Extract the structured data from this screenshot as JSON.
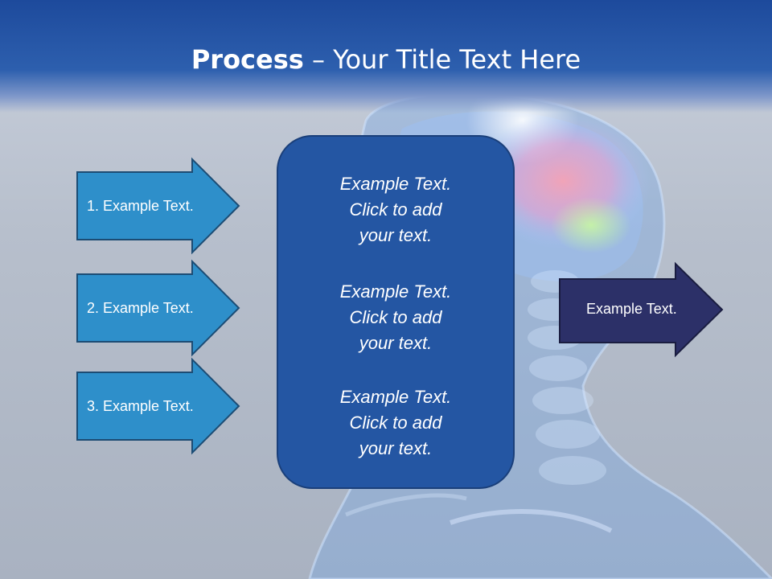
{
  "title": {
    "bold": "Process",
    "rest": " – Your Title Text Here"
  },
  "left_arrows": [
    {
      "label": "1. Example Text."
    },
    {
      "label": "2. Example Text."
    },
    {
      "label": "3. Example Text."
    }
  ],
  "center_box": {
    "blocks": [
      {
        "line1": "Example Text.",
        "line2": "Click  to add",
        "line3": "your text."
      },
      {
        "line1": "Example Text.",
        "line2": "Click  to add",
        "line3": "your text."
      },
      {
        "line1": "Example Text.",
        "line2": "Click  to add",
        "line3": "your text."
      }
    ]
  },
  "right_arrow": {
    "label": "Example Text."
  },
  "colors": {
    "header": "#1d4a9c",
    "left_arrow_fill": "#2e8fca",
    "center_box_fill": "#2456a3",
    "right_arrow_fill": "#2c3068"
  }
}
